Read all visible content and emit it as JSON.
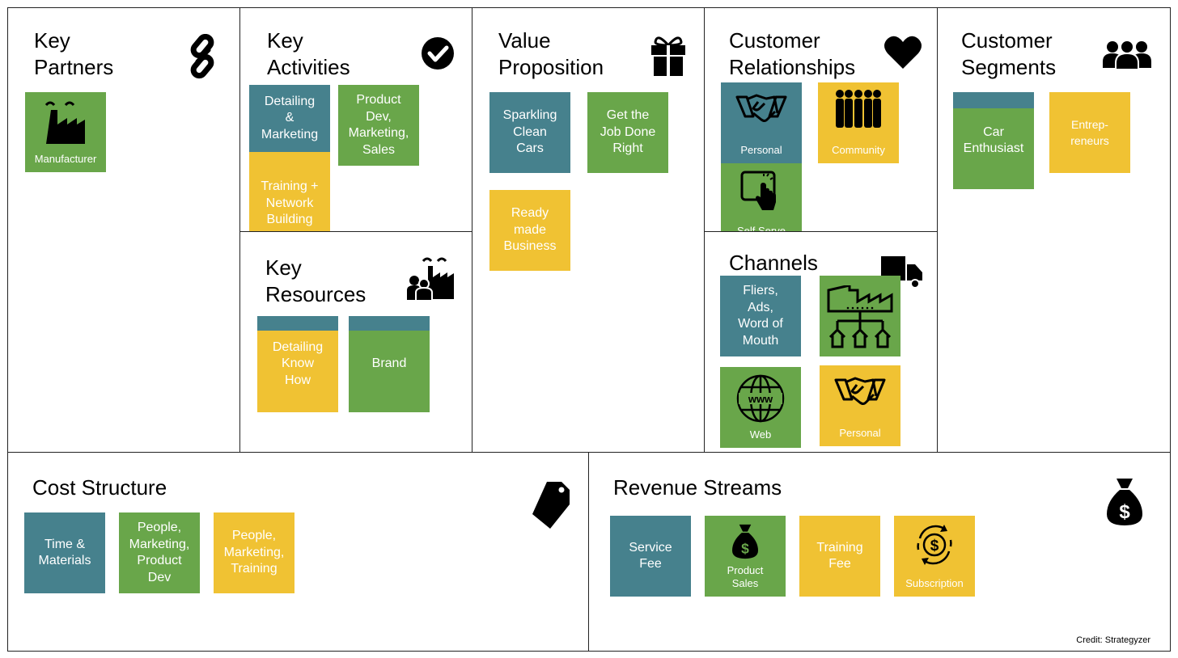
{
  "colors": {
    "teal": "#46818d",
    "green": "#69a64a",
    "yellow": "#f0c233",
    "border": "#222222"
  },
  "key_partners": {
    "title": "Key\nPartners",
    "icon": "link-icon",
    "notes": [
      {
        "text": "Manufacturer",
        "icon": "factory-icon",
        "color": "green"
      }
    ]
  },
  "key_activities": {
    "title": "Key\nActivities",
    "icon": "checkmark-icon",
    "notes": [
      {
        "text": "Detailing\n&\nMarketing",
        "color": "teal"
      },
      {
        "text": "Training +\nNetwork\nBuilding",
        "color": "yellow"
      },
      {
        "text": "Product\nDev,\nMarketing,\nSales",
        "color": "green"
      }
    ]
  },
  "key_resources": {
    "title": "Key\nResources",
    "icon": "people-factory-icon",
    "notes": [
      {
        "text": "Detailing\nKnow\nHow",
        "color": "yellow"
      },
      {
        "text": "Brand",
        "color": "green"
      }
    ]
  },
  "value_proposition": {
    "title": "Value\nProposition",
    "icon": "gift-icon",
    "notes": [
      {
        "text": "Sparkling\nClean\nCars",
        "color": "teal"
      },
      {
        "text": "Get the\nJob Done\nRight",
        "color": "green"
      },
      {
        "text": "Ready\nmade\nBusiness",
        "color": "yellow"
      }
    ]
  },
  "customer_relationships": {
    "title": "Customer\nRelationships",
    "icon": "heart-icon",
    "notes": [
      {
        "text": "Personal",
        "icon": "handshake-icon",
        "color": "teal"
      },
      {
        "text": "Community",
        "icon": "crowd-icon",
        "color": "yellow"
      },
      {
        "text": "Self Serve",
        "icon": "touchscreen-icon",
        "color": "green"
      }
    ]
  },
  "channels": {
    "title": "Channels",
    "icon": "truck-icon",
    "notes": [
      {
        "text": "Fliers,\nAds,\nWord of\nMouth",
        "color": "teal"
      },
      {
        "text": "",
        "icon": "distribution-icon",
        "color": "green"
      },
      {
        "text": "Web",
        "icon": "www-globe-icon",
        "color": "green"
      },
      {
        "text": "Personal",
        "icon": "handshake-icon",
        "color": "yellow"
      }
    ]
  },
  "customer_segments": {
    "title": "Customer\nSegments",
    "icon": "group-icon",
    "notes": [
      {
        "text": "Car\nEnthusiast",
        "color": "green"
      },
      {
        "text": "Entrep-\nreneurs",
        "color": "yellow"
      }
    ]
  },
  "cost_structure": {
    "title": "Cost Structure",
    "icon": "price-tag-icon",
    "notes": [
      {
        "text": "Time &\nMaterials",
        "color": "teal"
      },
      {
        "text": "People,\nMarketing,\nProduct\nDev",
        "color": "green"
      },
      {
        "text": "People,\nMarketing,\nTraining",
        "color": "yellow"
      }
    ]
  },
  "revenue_streams": {
    "title": "Revenue Streams",
    "icon": "money-bag-icon",
    "notes": [
      {
        "text": "Service\nFee",
        "color": "teal"
      },
      {
        "text": "Product\nSales",
        "icon": "money-bag-icon",
        "color": "green"
      },
      {
        "text": "Training\nFee",
        "color": "yellow"
      },
      {
        "text": "Subscription",
        "icon": "recurring-dollar-icon",
        "color": "yellow"
      }
    ]
  },
  "credit": "Credit: Strategyzer"
}
